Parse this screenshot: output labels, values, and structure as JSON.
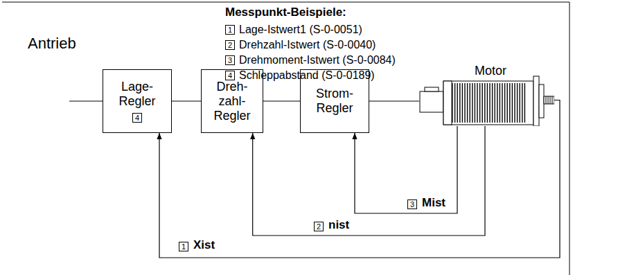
{
  "diagram": {
    "title": "Antrieb",
    "nodes": [
      {
        "text": [
          "Lage- Regler",
          "4"
        ]
      },
      {
        "text": [
          "Dreh- zahl- Regler"
        ]
      },
      {
        "text": [
          "Strom- Regler"
        ]
      },
      {
        "text": [
          "Motor"
        ]
      }
    ],
    "edges": [
      {
        "from": 0,
        "to": 1,
        "arrow": "none"
      },
      {
        "from": 1,
        "to": 2,
        "arrow": "none"
      },
      {
        "from": 2,
        "to": 3,
        "arrow": "none"
      },
      {
        "from": 3,
        "to": 2,
        "label": "Mist",
        "arrow": "to"
      },
      {
        "from": 3,
        "to": 1,
        "label": "nist",
        "arrow": "to"
      },
      {
        "from": 3,
        "to": 0,
        "label": "Xist",
        "arrow": "to"
      }
    ],
    "labels": [
      "Messpunkt-Beispiele:",
      "1",
      "Lage-Istwert1 (S-0-0051)",
      "2",
      "Drehzahl-Istwert (S-0-0040)",
      "3",
      "Drehmoment-Istwert (S-0-0084)",
      "4",
      "Schleppabstand (S-0-0189)",
      "3",
      "2",
      "1"
    ]
  }
}
